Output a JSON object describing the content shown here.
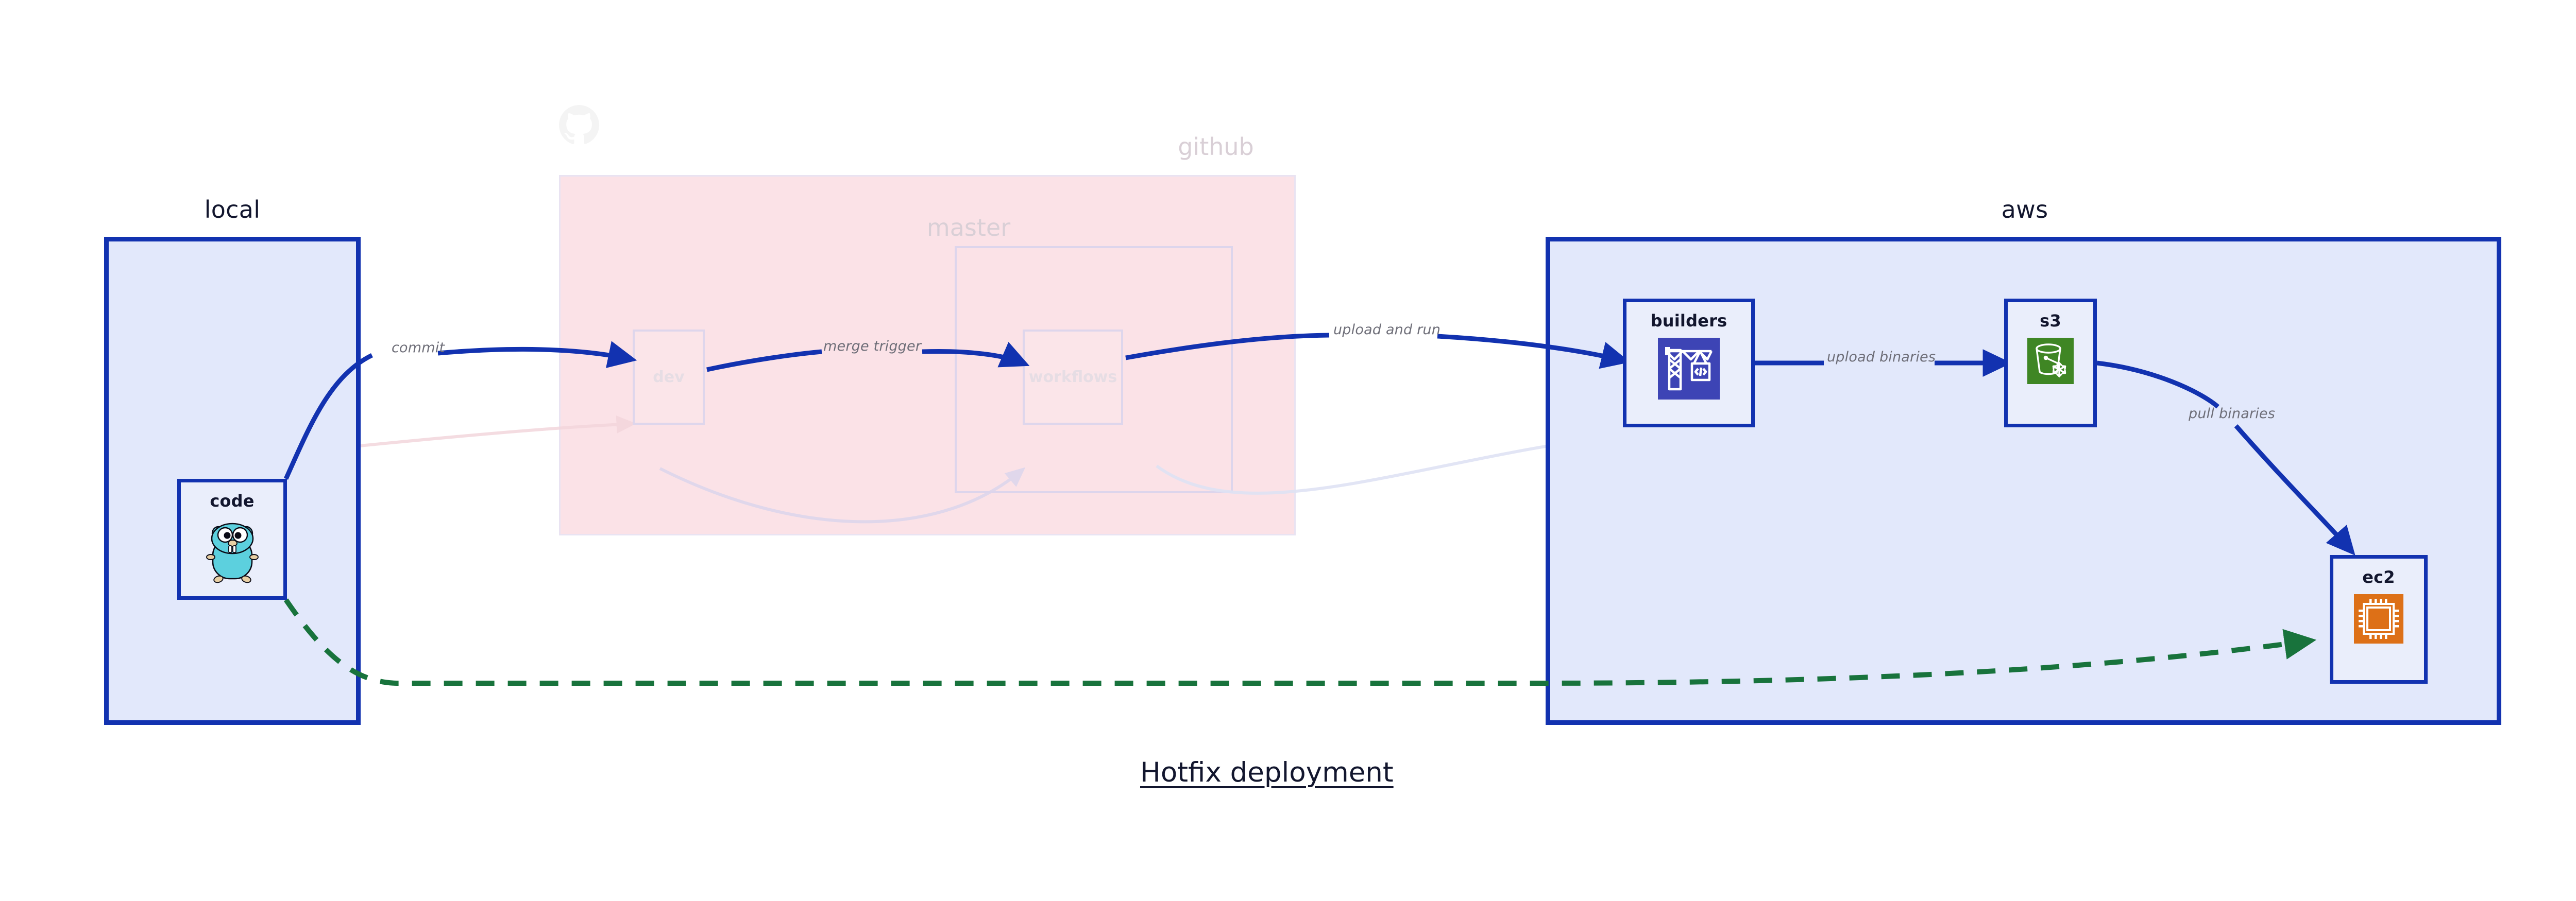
{
  "diagram": {
    "title": "Hotfix deployment",
    "colors": {
      "container_border": "#1232b0",
      "container_fill": "#e2e8fb",
      "node_fill": "#eaeefb",
      "edge_blue": "#1232b0",
      "edge_green": "#18733c",
      "github_fill": "#fbe2e7",
      "builders_icon": "#3d44b5",
      "s3_icon": "#3f8624",
      "ec2_icon": "#dd7017",
      "gopher_body": "#5cd0de",
      "label_text": "#6e6e78",
      "ghost_text": "#e1d6de"
    }
  },
  "containers": [
    {
      "id": "local",
      "label": "local"
    },
    {
      "id": "github",
      "label": "github",
      "dimmed": true,
      "inner": {
        "id": "master",
        "label": "master",
        "dimmed": true
      }
    },
    {
      "id": "aws",
      "label": "aws"
    }
  ],
  "nodes": [
    {
      "id": "code",
      "label": "code",
      "icon": "go-gopher-icon",
      "parent": "local",
      "dimmed": false
    },
    {
      "id": "dev",
      "label": "dev",
      "icon": "none",
      "parent": "github",
      "dimmed": true
    },
    {
      "id": "workflows",
      "label": "workflows",
      "icon": "none",
      "parent": "master",
      "dimmed": true
    },
    {
      "id": "builders",
      "label": "builders",
      "icon": "aws-codebuild-icon",
      "parent": "aws",
      "dimmed": false
    },
    {
      "id": "s3",
      "label": "s3",
      "icon": "aws-s3-bucket-icon",
      "parent": "aws",
      "dimmed": false
    },
    {
      "id": "ec2",
      "label": "ec2",
      "icon": "aws-ec2-chip-icon",
      "parent": "aws",
      "dimmed": false
    }
  ],
  "edges": [
    {
      "id": "e1",
      "from": "code",
      "to": "dev",
      "label": "commit",
      "style": "solid",
      "color": "#1232b0"
    },
    {
      "id": "e2",
      "from": "dev",
      "to": "workflows",
      "label": "merge trigger",
      "style": "solid",
      "color": "#1232b0"
    },
    {
      "id": "e3",
      "from": "workflows",
      "to": "builders",
      "label": "upload and run",
      "style": "solid",
      "color": "#1232b0"
    },
    {
      "id": "e4",
      "from": "builders",
      "to": "s3",
      "label": "upload binaries",
      "style": "solid",
      "color": "#1232b0"
    },
    {
      "id": "e5",
      "from": "s3",
      "to": "ec2",
      "label": "pull binaries",
      "style": "solid",
      "color": "#1232b0"
    },
    {
      "id": "e6",
      "from": "code",
      "to": "ec2",
      "label": "",
      "style": "dashed",
      "color": "#18733c"
    }
  ],
  "ghost_edges": [
    {
      "id": "g1",
      "from": "code",
      "to": "dev",
      "label": ""
    },
    {
      "id": "g2",
      "from": "dev",
      "to": "workflows",
      "label": ""
    },
    {
      "id": "g3",
      "from": "workflows",
      "to": "builders",
      "label": ""
    }
  ],
  "icons": {
    "octocat": "github-octocat-icon",
    "gopher": "go-gopher-icon",
    "codebuild": "aws-codebuild-crane-icon",
    "s3": "aws-s3-bucket-snowflake-icon",
    "ec2": "aws-ec2-cpu-chip-icon"
  }
}
